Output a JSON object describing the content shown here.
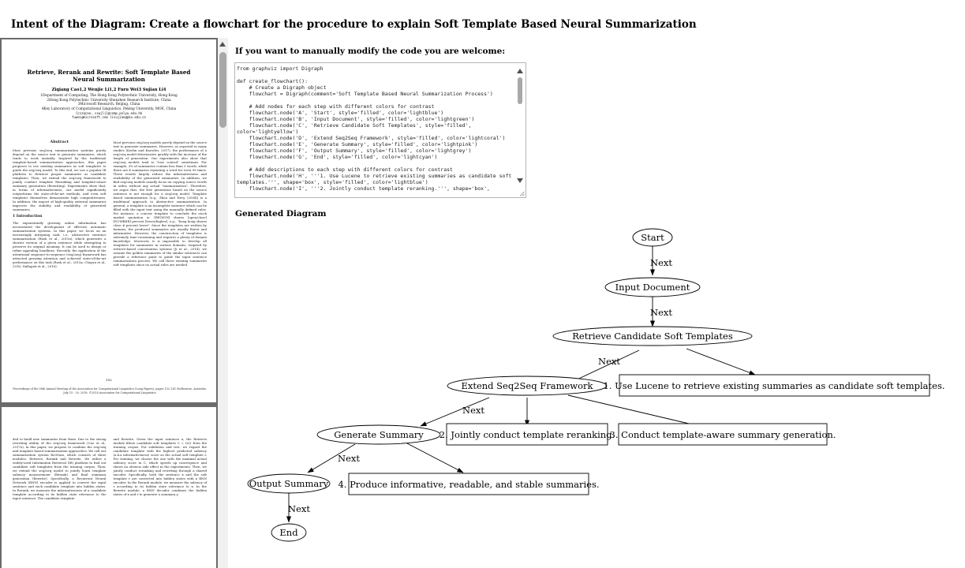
{
  "page": {
    "title": "Intent of the Diagram: Create a flowchart for the procedure to explain Soft Template Based Neural Summarization",
    "edit_heading": "If you want to manually modify the code you are welcome:",
    "generated_heading": "Generated Diagram"
  },
  "paper": {
    "title": "Retrieve, Rerank and Rewrite: Soft Template Based Neural Summarization",
    "authors": "Ziqiang Cao1,2   Wenjie Li1,2   Furu Wei3   Sujian Li4",
    "affiliations": [
      "1Department of Computing, The Hong Kong Polytechnic University, Hong Kong",
      "2Hong Kong Polytechnic University Shenzhen Research Institute, China",
      "3Microsoft Research, Beijing, China",
      "4Key Laboratory of Computational Linguistics, Peking University, MOE, China"
    ],
    "emails": [
      "{cszqcao, cswjli}@comp.polyu.edu.hk",
      "fuwei@microsoft.com   lisujian@pku.edu.cn"
    ],
    "abstract_heading": "Abstract",
    "abstract": "Most previous seq2seq summarization systems purely depend on the source text to generate summaries, which tends to work unstably. Inspired by the traditional template-based summarization approaches, this paper proposes to use existing summaries as soft templates to guide the seq2seq model. To this end, we use a popular IR platform to Retrieve proper summaries as candidate templates. Then, we extend the seq2seq framework to jointly conduct template Reranking and template-aware summary generation (Rewriting). Experiments show that, in terms of informativeness, our model significantly outperforms the state-of-the-art methods, and even soft templates themselves demonstrate high competitiveness. In addition, the import of high-quality external summaries improves the stability and readability of generated summaries.",
    "intro_heading": "1   Introduction",
    "intro": "The exponentially growing online information has necessitated the development of effective automatic summarization systems. In this paper, we focus on an increasingly intriguing task, i.e., abstractive sentence summarization (Rush et al., 2015a), which generates a shorter version of a given sentence while attempting to preserve its original meaning. It can be used to design or refine appealing headlines. Recently, the application of the attentional sequence-to-sequence (seq2seq) framework has attracted growing attention and achieved state-of-the-art performance on this task (Rush et al., 2015a; Chopra et al., 2016; Nallapati et al., 2016).",
    "right_col": "Most previous seq2seq models purely depend on the source text to generate summaries. However, as reported in many studies (Koehn and Knowles, 2017), the performance of a seq2seq model deteriorates quickly with the increase of the length of generation. Our experiments also show that seq2seq models tend to \"lose control\" sometimes. For example, 3% of summaries contain less than 3 words, while there are 4 summaries repeating a word for even 99 times. These results largely reduce the informativeness and readability of the generated summaries. In addition, we find seq2seq models usually focus on copying source words in order, without any actual \"summarization\". Therefore, we argue that, the free generation based on the source sentence is not enough for a seq2seq model. Template based summarization (e.g., Zhou and Hovy (2004)) is a traditional approach to abstractive summarization. In general, a template is an incomplete sentence which can be filled with the input text using the manually defined rules. For instance, a concise template to conclude the stock market quotation is: [REGION] shares [open/close] [NUMBER] percent [lower/higher], e.g., \"hong kong shares close # percent lower\". Since the templates are written by humans, the produced summaries are usually fluent and informative. However, the construction of templates is extremely time-consuming and requires a plenty of domain knowledge. Moreover, it is impossible to develop all templates for summaries in various domains. Inspired by retrieve-based conversation systems (Ji et al., 2014), we assume the golden summaries of the similar sentences can provide a reference point to guide the input sentence summarization process. We call these existing summaries soft templates since no actual rules are needed.",
    "page_number": "152",
    "footer": "Proceedings of the 56th Annual Meeting of the Association for Computational Linguistics (Long Papers), pages 152–161 Melbourne, Australia, July 15 - 20, 2018. ©2018 Association for Computational Linguistics",
    "page2_left": "ded to build new summaries from them. Due to the strong rewriting ability of the seq2seq framework (Cao et al., 2017a), in this paper, we propose to combine the seq2seq and template based summarization approaches. We call our summarization system Re3Sum, which consists of three modules: Retrieve, Rerank and Rewrite. We utilize a widely-used Information Retrieval (IR) platform to find out candidate soft templates from the training corpus. Then, we extend the seq2seq model to jointly learn template saliency measurement (Rerank) and final summary generation (Rewrite). Specifically, a Recurrent Neural Network (RNN) encoder is applied to convert the input sentence and each candidate template into hidden states. In Rerank, we measure the informativeness of a candidate template according to its hidden state relevance to the input sentence. The candidate template",
    "page2_right": "and Rewrite. Given the input sentence x, the Retrieve module filters candidate soft templates C = {ri} from the training corpus. For validation and test, we regard the candidate template with the highest predicted saliency (a.k.a informativeness) score as the actual soft template r. For training, we choose the one with the maximal actual saliency score in C, which speeds up convergence and shows no obvious side effect in the experiments. Then, we jointly conduct reranking and rewriting through a shared encoder. Specifically, both the sentence x and the soft template r are converted into hidden states with a RNN encoder. In the Rerank module, we measure the saliency of r according to its hidden state relevance to x. In the Rewrite module, a RNN decoder combines the hidden states of x and r to generate a summary y."
  },
  "code": {
    "text": "from graphviz import Digraph\n\ndef create_flowchart():\n    # Create a Digraph object\n    flowchart = Digraph(comment='Soft Template Based Neural Summarization Process')\n\n    # Add nodes for each step with different colors for contrast\n    flowchart.node('A', 'Start', style='filled', color='lightblue')\n    flowchart.node('B', 'Input Document', style='filled', color='lightgreen')\n    flowchart.node('C', 'Retrieve Candidate Soft Templates', style='filled',\ncolor='lightyellow')\n    flowchart.node('D', 'Extend Seq2Seq Framework', style='filled', color='lightcoral')\n    flowchart.node('E', 'Generate Summary', style='filled', color='lightpink')\n    flowchart.node('F', 'Output Summary', style='filled', color='lightgrey')\n    flowchart.node('G', 'End', style='filled', color='lightcyan')\n\n    # Add descriptions to each step with different colors for contrast\n    flowchart.node('H', '''1. Use Lucene to retrieve existing summaries as candidate soft\ntemplates.''', shape='box', style='filled', color='lightblue')\n    flowchart.node('I', '''2. Jointly conduct template reranking.''', shape='box',"
  },
  "diagram": {
    "nodes": {
      "start": "Start",
      "input": "Input Document",
      "retrieve": "Retrieve Candidate Soft Templates",
      "extend": "Extend Seq2Seq Framework",
      "generate": "Generate Summary",
      "output": "Output Summary",
      "end": "End",
      "desc1": "1. Use Lucene to retrieve existing summaries as candidate soft templates.",
      "desc2": "2. Jointly conduct template reranking.",
      "desc3": "3. Conduct template-aware summary generation.",
      "desc4": "4. Produce informative, readable, and stable summaries."
    },
    "edge_label": "Next"
  }
}
